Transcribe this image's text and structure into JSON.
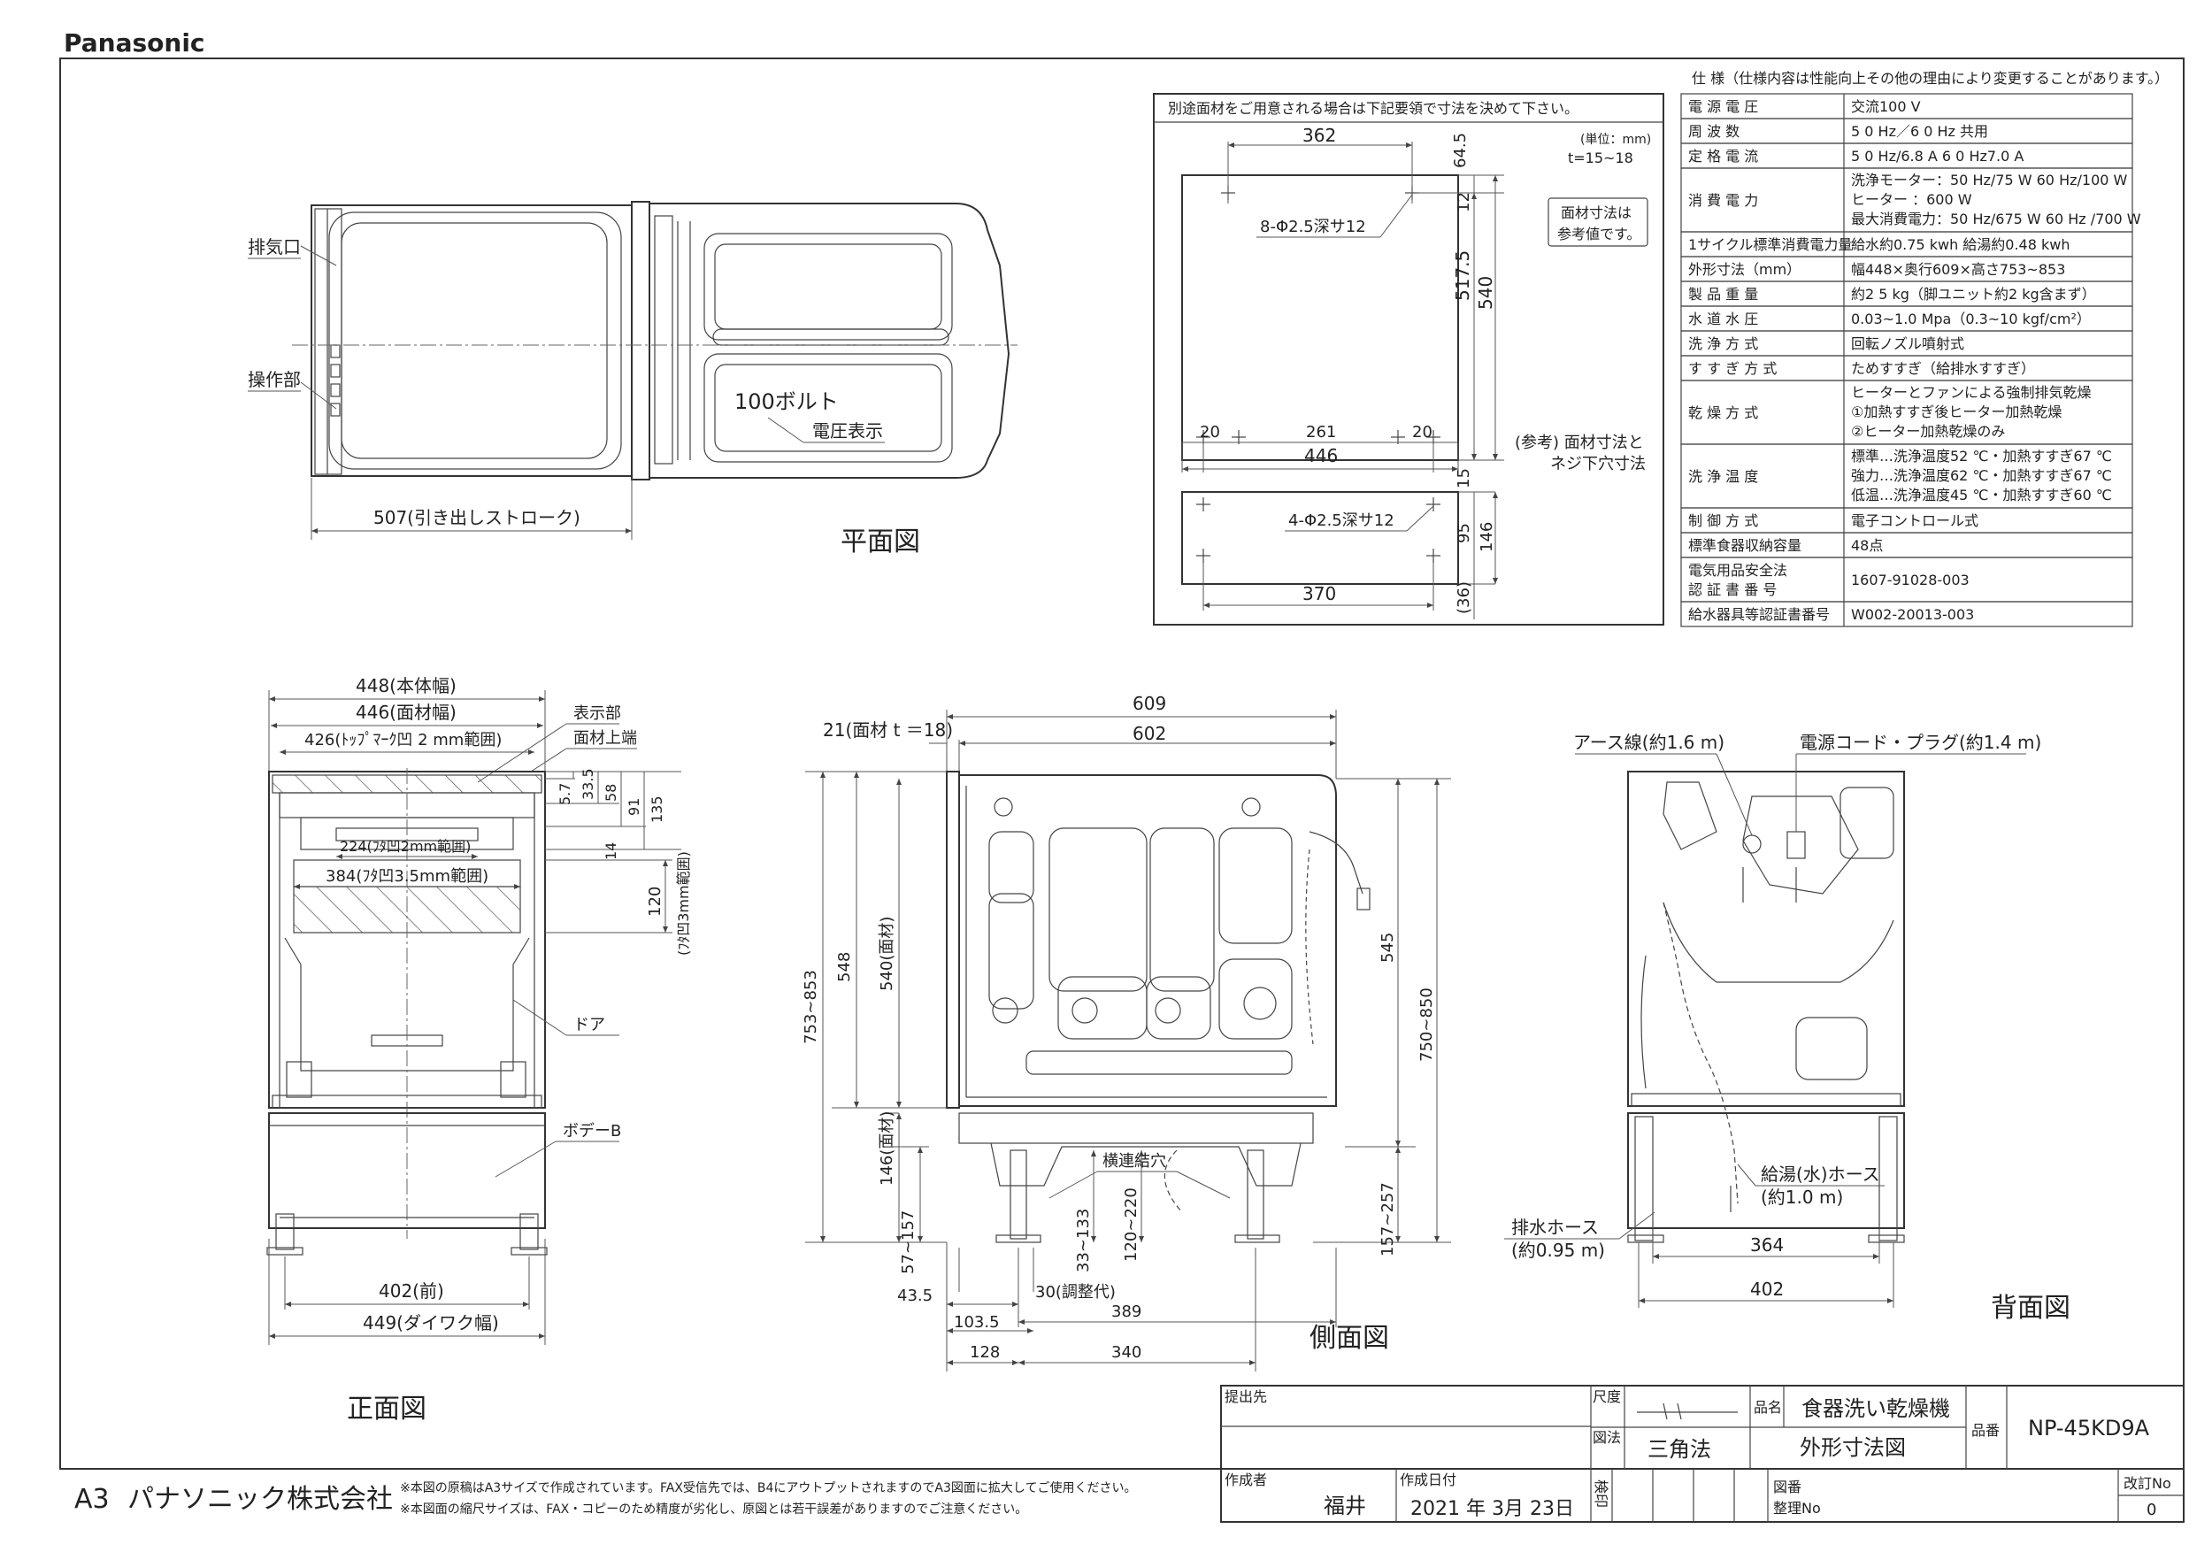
{
  "header": {
    "brand": "Panasonic"
  },
  "plan": {
    "label_exhaust": "排気口",
    "label_control": "操作部",
    "label_100v": "100ボルト",
    "label_voltage": "電圧表示",
    "dim_stroke": "507(引き出しストローク)",
    "view_title": "平面図"
  },
  "panel": {
    "note": "別途面材をご用意される場合は下記要領で寸法を決めて下さい。",
    "unit": "(単位：mm)",
    "thickness": "t=15~18",
    "ref_box": [
      "面材寸法は",
      "参考値です。"
    ],
    "d362": "362",
    "d64_5": "64.5",
    "d12": "12",
    "d517_5": "517.5",
    "d540": "540",
    "holes8": "8-Φ2.5深サ12",
    "d20a": "20",
    "d261": "261",
    "d20b": "20",
    "d446": "446",
    "ref_note": [
      "(参考)  面材寸法と",
      "ネジ下穴寸法"
    ],
    "holes4": "4-Φ2.5深サ12",
    "d15": "15",
    "d95": "95",
    "d146": "146",
    "d36": "(36)",
    "d370": "370"
  },
  "spec": {
    "title": "仕  様（仕様内容は性能向上その他の理由により変更することがあります。）",
    "rows": [
      {
        "k": "電 源 電 圧",
        "v": [
          "交流100 V"
        ]
      },
      {
        "k": "周   波   数",
        "v": [
          "5 0 Hz／6 0 Hz  共用"
        ]
      },
      {
        "k": "定 格 電 流",
        "v": [
          "5 0 Hz/6.8 A   6 0 Hz7.0 A"
        ]
      },
      {
        "k": "消  費  電  力",
        "v": [
          "洗浄モーター：50 Hz/75 W   60 Hz/100 W",
          "ヒーター      ：600 W",
          "最大消費電力：50 Hz/675 W   60 Hz /700 W"
        ]
      },
      {
        "k": "1サイクル標準消費電力量",
        "v": [
          "給水約0.75 kwh      給湯約0.48 kwh"
        ]
      },
      {
        "k": "外形寸法（mm）",
        "v": [
          "幅448×奥行609×高さ753~853"
        ]
      },
      {
        "k": "製 品 重 量",
        "v": [
          "約2 5 kg（脚ユニット約2 kg含まず）"
        ]
      },
      {
        "k": "水 道 水 圧",
        "v": [
          "0.03~1.0 Mpa（0.3~10 kgf/cm²）"
        ]
      },
      {
        "k": "洗 浄 方 式",
        "v": [
          "回転ノズル噴射式"
        ]
      },
      {
        "k": "す す ぎ 方 式",
        "v": [
          "ためすすぎ（給排水すすぎ）"
        ]
      },
      {
        "k": "乾  燥  方  式",
        "v": [
          "ヒーターとファンによる強制排気乾燥",
          "①加熱すすぎ後ヒーター加熱乾燥",
          "②ヒーター加熱乾燥のみ"
        ]
      },
      {
        "k": "洗  浄  温  度",
        "v": [
          "標準…洗浄温度52 ℃・加熱すすぎ67 ℃",
          "強力…洗浄温度62 ℃・加熱すすぎ67 ℃",
          "低温…洗浄温度45 ℃・加熱すすぎ60 ℃"
        ]
      },
      {
        "k": "制 御 方 式",
        "v": [
          "電子コントロール式"
        ]
      },
      {
        "k": "標準食器収納容量",
        "v": [
          "48点"
        ]
      },
      {
        "k": "電気用品安全法 認 証 書 番 号",
        "v": [
          "1607-91028-003"
        ]
      },
      {
        "k": "給水器具等認証書番号",
        "v": [
          "W002-20013-003"
        ]
      }
    ]
  },
  "front": {
    "d448": "448(本体幅)",
    "d446": "446(面材幅)",
    "d426": "426(ﾄｯﾌﾟﾏｰｸ凹 2 mm範囲)",
    "display": "表示部",
    "panel_top": "面材上端",
    "d224": "224(ﾌﾀ凹2mm範囲)",
    "d384": "384(ﾌﾀ凹3.5mm範囲)",
    "d5_7": "5.7",
    "d33_5": "33.5",
    "d58": "58",
    "d91": "91",
    "d135": "135",
    "d14": "14",
    "d120": "120",
    "d120note": "(ﾌﾀ凹3mm範囲)",
    "door": "ドア",
    "body_b": "ボデーB",
    "d402": "402(前)",
    "d449": "449(ダイワク幅)",
    "view_title": "正面図"
  },
  "side": {
    "d609": "609",
    "d21": "21(面材 t ＝18)",
    "d602": "602",
    "d753": "753~853",
    "d548": "548",
    "d540": "540(面材)",
    "d545": "545",
    "d750": "750~850",
    "d146": "146(面材)",
    "d57": "57~157",
    "d33": "33~133",
    "d120": "120~220",
    "d157": "157~257",
    "hole": "横連結穴",
    "d43_5": "43.5",
    "d103_5": "103.5",
    "d30": "30(調整代)",
    "d389": "389",
    "d128": "128",
    "d340": "340",
    "view_title": "側面図"
  },
  "back": {
    "ground": "アース線(約1.6 m)",
    "cord": "電源コード・プラグ(約1.4 m)",
    "hose_hot": [
      "給湯(水)ホース",
      "(約1.0 m)"
    ],
    "hose_drain": [
      "排水ホース",
      "(約0.95 m)"
    ],
    "d364": "364",
    "d402": "402",
    "view_title": "背面図"
  },
  "title_block": {
    "to": "提出先",
    "scale": "尺度",
    "name_label": "品名",
    "name": "食器洗い乾燥機",
    "method_label": "図法",
    "method": "三角法",
    "drawing": "外形寸法図",
    "model_label": "品番",
    "model": "NP-45KD9A",
    "author_label": "作成者",
    "author": "福井",
    "date_label": "作成日付",
    "date": "2021 年  3月 23日",
    "check": "検印",
    "drawing_no": "図番",
    "sort_no": "整理No",
    "rev_label": "改訂No",
    "rev": "0"
  },
  "footer": {
    "sheet": "A3",
    "company": "パナソニック株式会社",
    "note1": "※本図の原稿はA3サイズで作成されています。FAX受信先では、B4にアウトプットされますのでA3図面に拡大してご使用ください。",
    "note2": "※本図面の縮尺サイズは、FAX・コピーのため精度が劣化し、原図とは若干誤差がありますのでご注意ください。"
  }
}
